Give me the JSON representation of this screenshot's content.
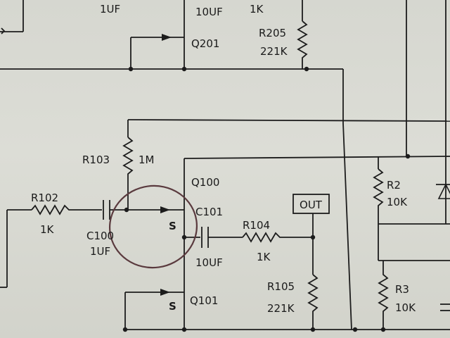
{
  "labels": {
    "c_top_left": "1UF",
    "c_top_mid": "10UF",
    "r_top_value": "1K",
    "r205": "R205",
    "r205_value": "221K",
    "q201": "Q201",
    "r103": "R103",
    "r103_value": "1M",
    "q100": "Q100",
    "r102": "R102",
    "r102_value": "1K",
    "c100": "C100",
    "c100_value": "1UF",
    "c101": "C101",
    "c101_value": "10UF",
    "r104": "R104",
    "r104_value": "1K",
    "out": "OUT",
    "r105": "R105",
    "r105_value": "221K",
    "q101": "Q101",
    "r2": "R2",
    "r2_value": "10K",
    "r3": "R3",
    "r3_value": "10K",
    "source_mark_q100": "S",
    "source_mark_q101": "S"
  },
  "colors": {
    "ink": "#1c1c1c",
    "paper": "#d8d9d2",
    "annotation_circle": "#5a3a3e"
  }
}
